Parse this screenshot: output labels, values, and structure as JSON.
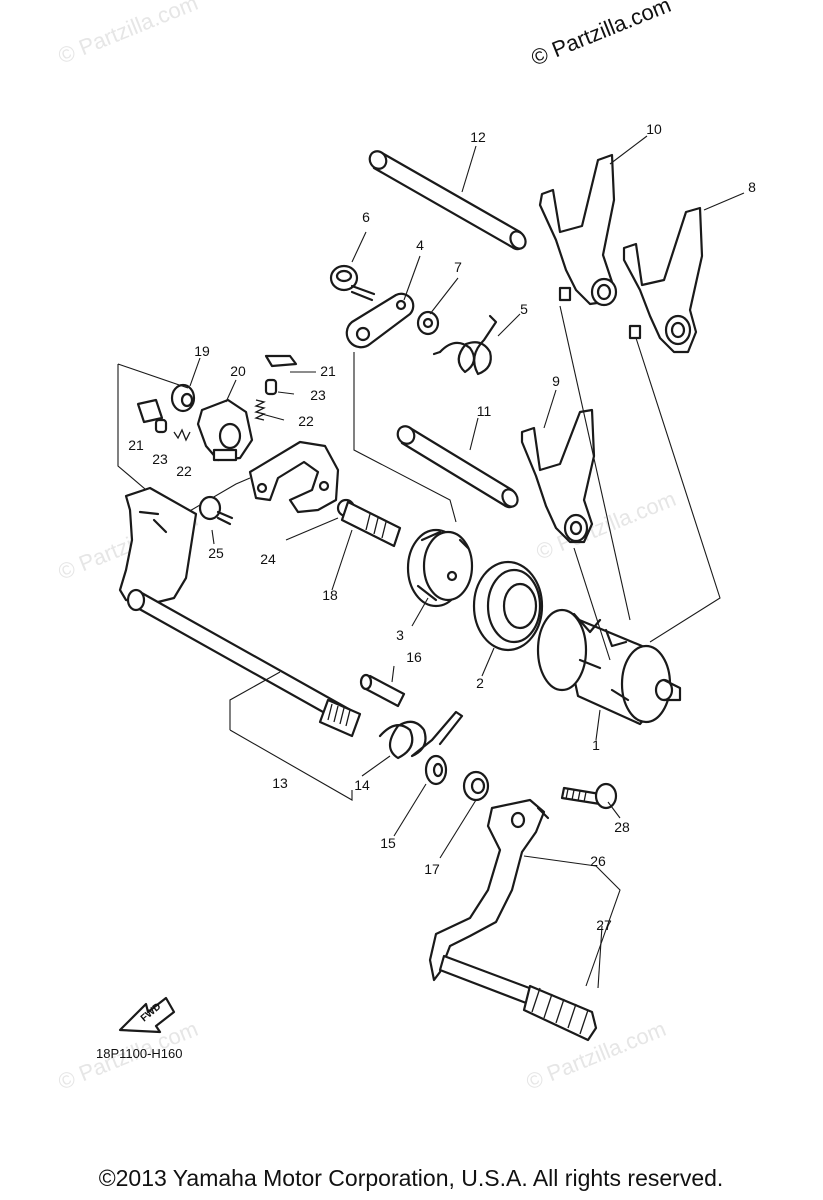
{
  "watermarks": {
    "top_right": "© Partzilla.com",
    "faint": "© Partzilla.com"
  },
  "diagram_code": "18P1100-H160",
  "fwd_label": "FWD",
  "copyright": "©2013 Yamaha Motor Corporation, U.S.A. All rights reserved.",
  "callouts": [
    "1",
    "2",
    "3",
    "4",
    "5",
    "6",
    "7",
    "8",
    "9",
    "10",
    "11",
    "12",
    "13",
    "14",
    "15",
    "16",
    "17",
    "18",
    "19",
    "20",
    "21",
    "21",
    "22",
    "22",
    "23",
    "23",
    "24",
    "25",
    "26",
    "27",
    "28"
  ]
}
